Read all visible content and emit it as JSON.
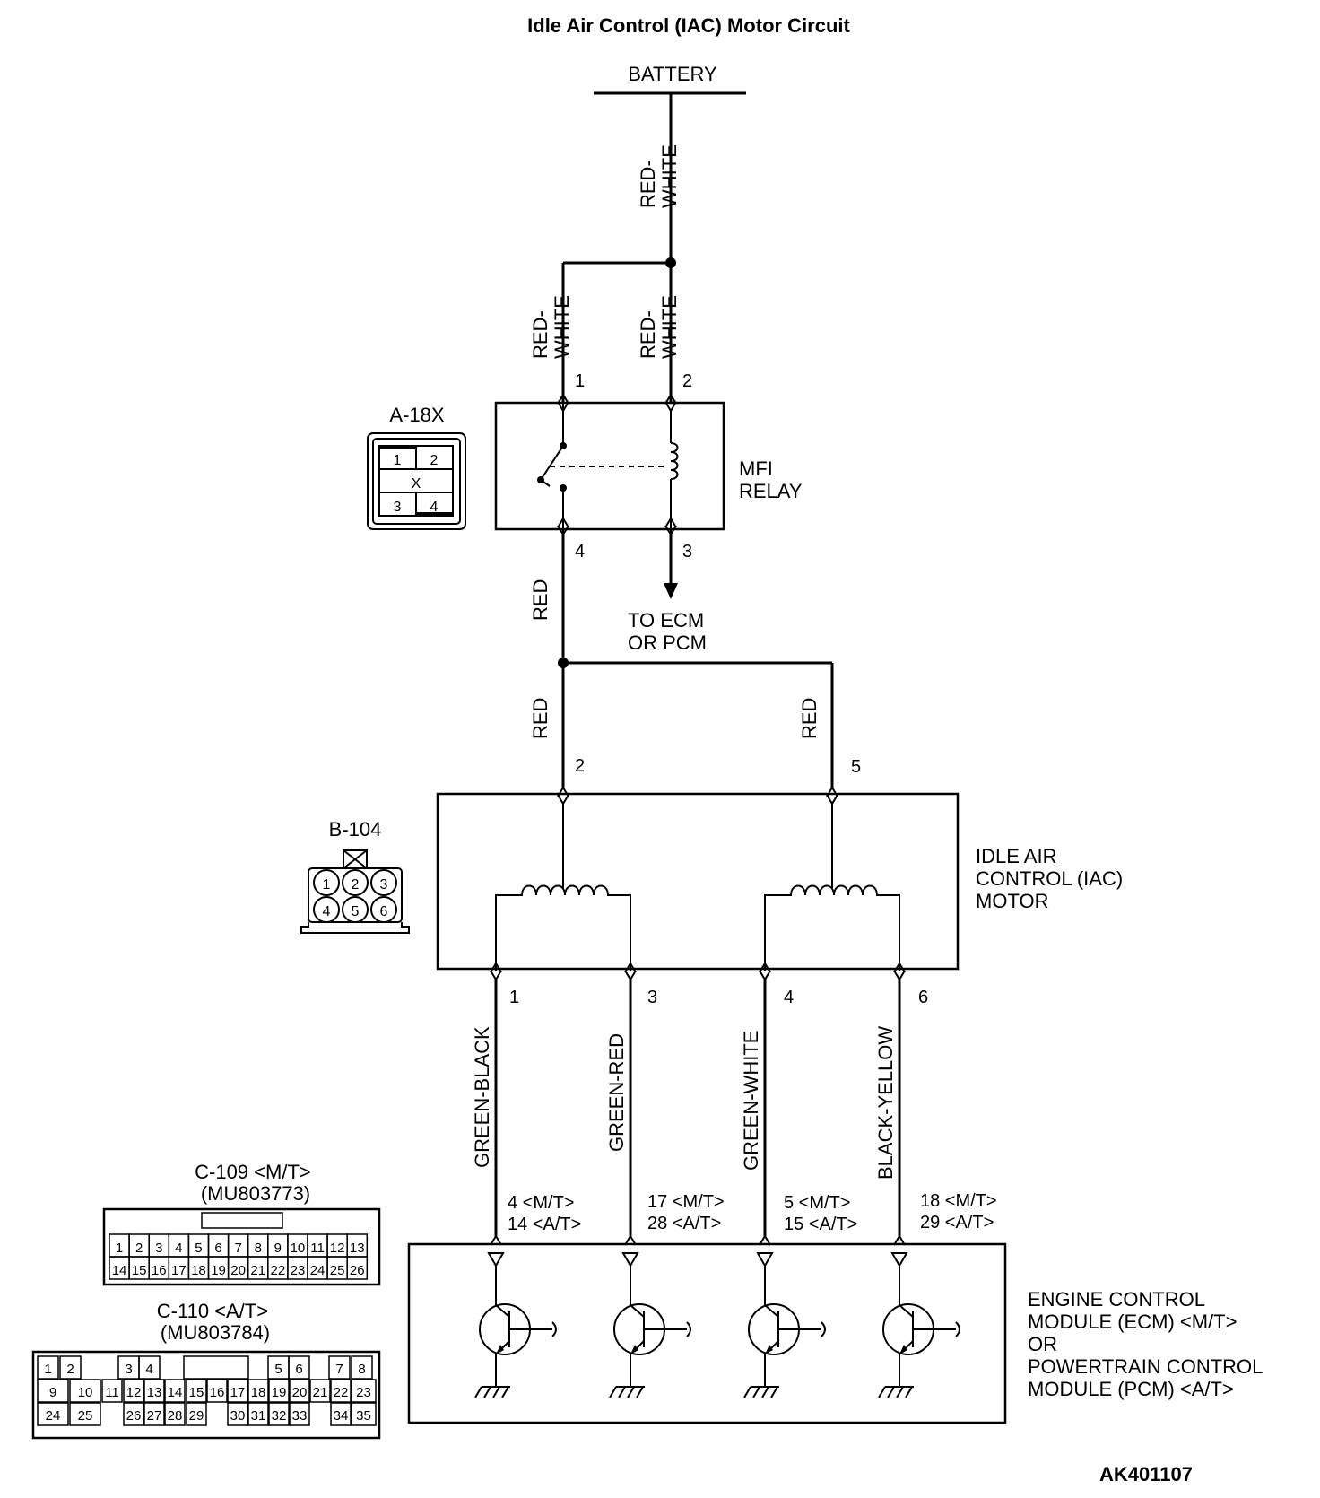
{
  "title": "Idle Air Control (IAC) Motor Circuit",
  "battery": "BATTERY",
  "drawing_code": "AK401107",
  "wires": {
    "battery_main": [
      "RED-",
      "WHITE"
    ],
    "relay_in_1": [
      "RED-",
      "WHITE"
    ],
    "relay_in_2": [
      "RED-",
      "WHITE"
    ],
    "relay_out": "RED",
    "iac_feed_2": "RED",
    "iac_feed_5": "RED",
    "iac_out": [
      "GREEN-BLACK",
      "GREEN-RED",
      "GREEN-WHITE",
      "BLACK-YELLOW"
    ]
  },
  "relay": {
    "connector": "A-18X",
    "name": [
      "MFI",
      "RELAY"
    ],
    "pins": {
      "p1": "1",
      "p2": "2",
      "p3": "3",
      "p4": "4"
    },
    "connector_cells": [
      "1",
      "2",
      "X",
      "3",
      "4"
    ],
    "to_ecm": [
      "TO ECM",
      "OR PCM"
    ]
  },
  "iac": {
    "connector": "B-104",
    "name": [
      "IDLE AIR",
      "CONTROL (IAC)",
      "MOTOR"
    ],
    "top_pins": [
      "2",
      "5"
    ],
    "bottom_pins": [
      "1",
      "3",
      "4",
      "6"
    ],
    "connector_cells": [
      "1",
      "2",
      "3",
      "4",
      "5",
      "6"
    ]
  },
  "ecm": {
    "name": [
      "ENGINE CONTROL",
      "MODULE (ECM) <M/T>",
      "OR",
      "POWERTRAIN CONTROL",
      "MODULE (PCM) <A/T>"
    ],
    "pins": [
      [
        "4 <M/T>",
        "14 <A/T>"
      ],
      [
        "17 <M/T>",
        "28 <A/T>"
      ],
      [
        "5 <M/T>",
        "15 <A/T>"
      ],
      [
        "18 <M/T>",
        "29 <A/T>"
      ]
    ]
  },
  "c109": {
    "label": [
      "C-109 <M/T>",
      "(MU803773)"
    ],
    "row1": [
      "1",
      "2",
      "3",
      "4",
      "5",
      "6",
      "7",
      "8",
      "9",
      "10",
      "11",
      "12",
      "13"
    ],
    "row2": [
      "14",
      "15",
      "16",
      "17",
      "18",
      "19",
      "20",
      "21",
      "22",
      "23",
      "24",
      "25",
      "26"
    ]
  },
  "c110": {
    "label": [
      "C-110 <A/T>",
      "(MU803784)"
    ],
    "row1": [
      "1",
      "2",
      "",
      "3",
      "4",
      "",
      "",
      "",
      "",
      "5",
      "6",
      "",
      "7",
      "8"
    ],
    "row2": [
      "9",
      "10",
      "11",
      "12",
      "13",
      "14",
      "15",
      "16",
      "17",
      "18",
      "19",
      "20",
      "21",
      "22",
      "23"
    ],
    "row3": [
      "24",
      "25",
      "",
      "26",
      "27",
      "28",
      "29",
      "",
      "30",
      "31",
      "32",
      "33",
      "",
      "34",
      "35"
    ]
  }
}
